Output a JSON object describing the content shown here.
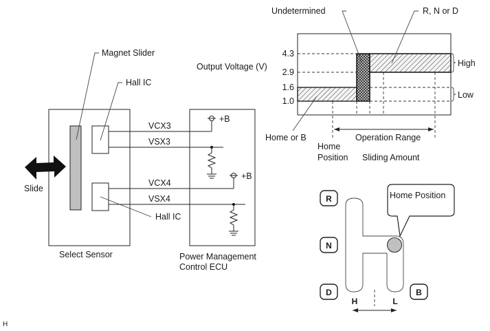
{
  "sensor": {
    "magnet_slider_label": "Magnet Slider",
    "hall_ic_upper_label": "Hall IC",
    "hall_ic_lower_label": "Hall IC",
    "slide_label": "Slide",
    "box_label": "Select Sensor",
    "slider_color": "#c0c0c0"
  },
  "wiring": {
    "signals": [
      "VCX3",
      "VSX3",
      "VCX4",
      "VSX4"
    ],
    "supply_label": "+B"
  },
  "ecu": {
    "label_line1": "Power Management",
    "label_line2": "Control ECU"
  },
  "chart_data": {
    "type": "line",
    "ylabel": "Output Voltage (V)",
    "xlabel": "Sliding Amount",
    "y_ticks": [
      "4.3",
      "2.9",
      "1.6",
      "1.0"
    ],
    "y_tick_values": [
      4.3,
      2.9,
      1.6,
      1.0
    ],
    "bands": [
      {
        "name": "Home or B",
        "y_range": [
          1.0,
          1.6
        ],
        "pattern": "hatch"
      },
      {
        "name": "Undetermined",
        "y_range": [
          1.0,
          4.3
        ],
        "pattern": "crosshatch"
      },
      {
        "name": "R, N or D",
        "y_range": [
          2.9,
          4.3
        ],
        "pattern": "hatch"
      }
    ],
    "levels": {
      "high": "High",
      "low": "Low"
    },
    "annotations": {
      "undetermined": "Undetermined",
      "rnd": "R, N or D",
      "home_or_b": "Home or B",
      "home_position_line1": "Home",
      "home_position_line2": "Position",
      "operation_range": "Operation Range"
    }
  },
  "shift_pattern": {
    "positions": [
      "R",
      "N",
      "D",
      "B"
    ],
    "h_label": "H",
    "l_label": "L",
    "callout": "Home Position",
    "knob_color": "#c0c0c0"
  },
  "footer": {
    "code": "H"
  }
}
